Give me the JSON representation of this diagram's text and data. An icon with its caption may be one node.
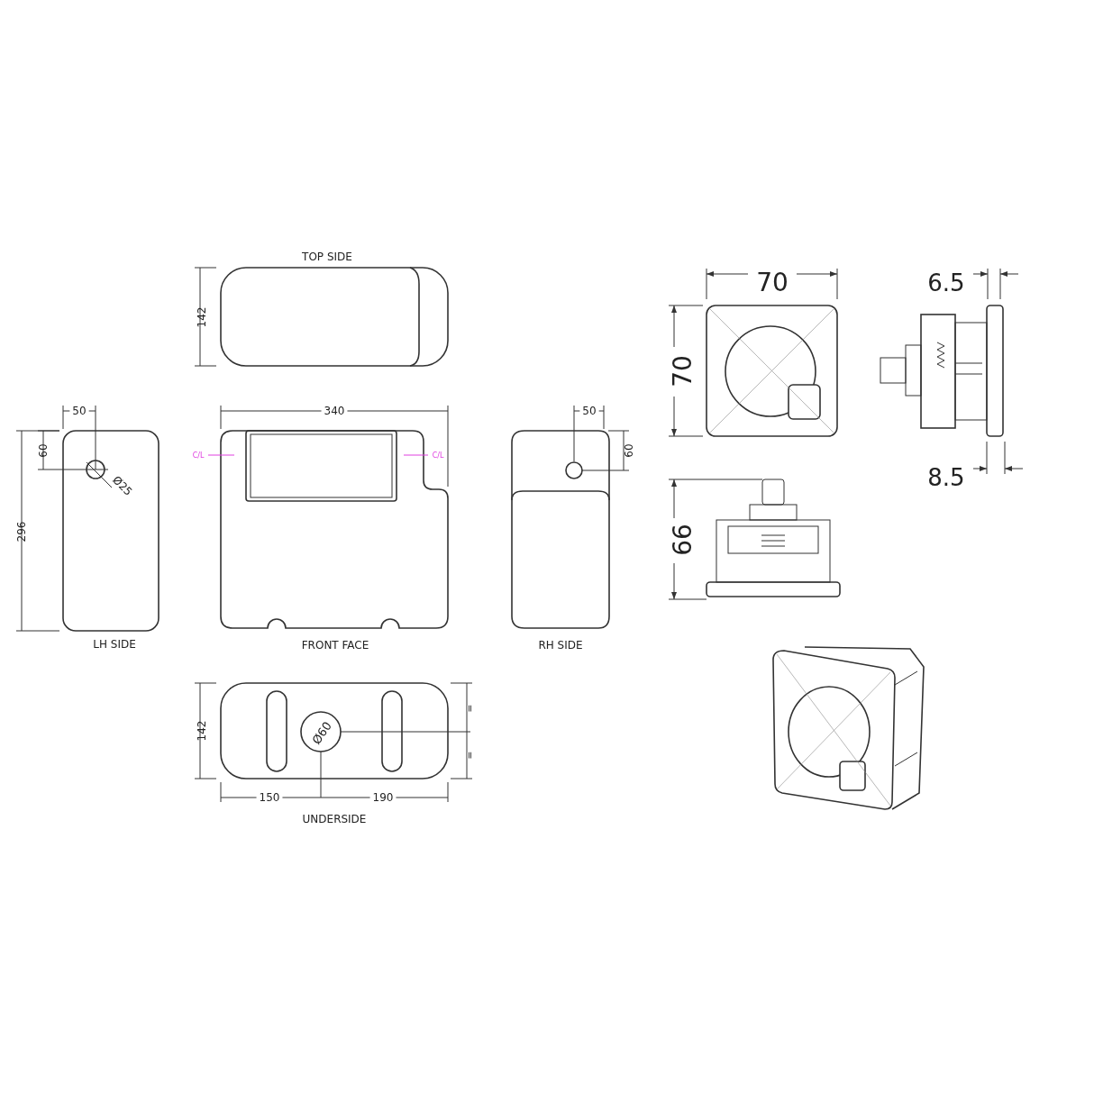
{
  "diagram": {
    "labels": [
      "TOP SIDE",
      "142",
      "50",
      "340",
      "50",
      "60",
      "60",
      "C/L",
      "C/L",
      "Ø25",
      "296",
      "LH SIDE",
      "FRONT FACE",
      "RH SIDE",
      "142",
      "Ø60",
      "=",
      "=",
      "150",
      "190",
      "UNDERSIDE",
      "70",
      "70",
      "6.5",
      "8.5",
      "66"
    ]
  }
}
